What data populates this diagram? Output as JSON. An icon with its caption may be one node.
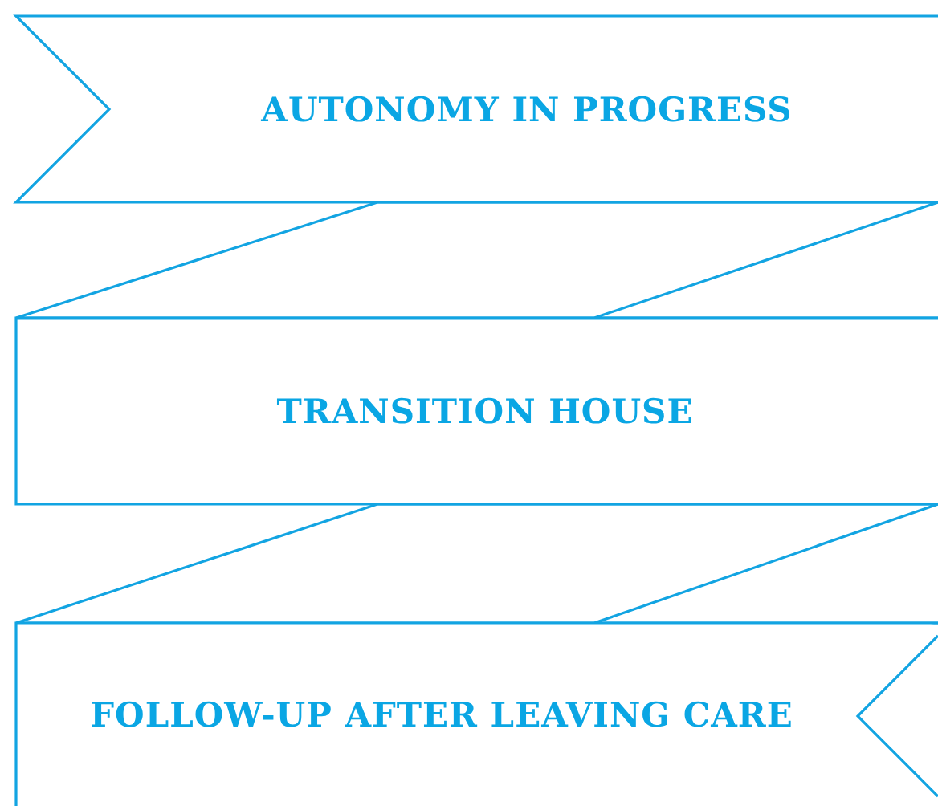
{
  "diagram": {
    "nodes": [
      {
        "text": [
          "AUTONOMY IN PROGRESS"
        ]
      },
      {
        "text": [
          "TRANSITION HOUSE"
        ]
      },
      {
        "text": [
          "FOLLOW-UP AFTER LEAVING CARE"
        ]
      }
    ]
  }
}
